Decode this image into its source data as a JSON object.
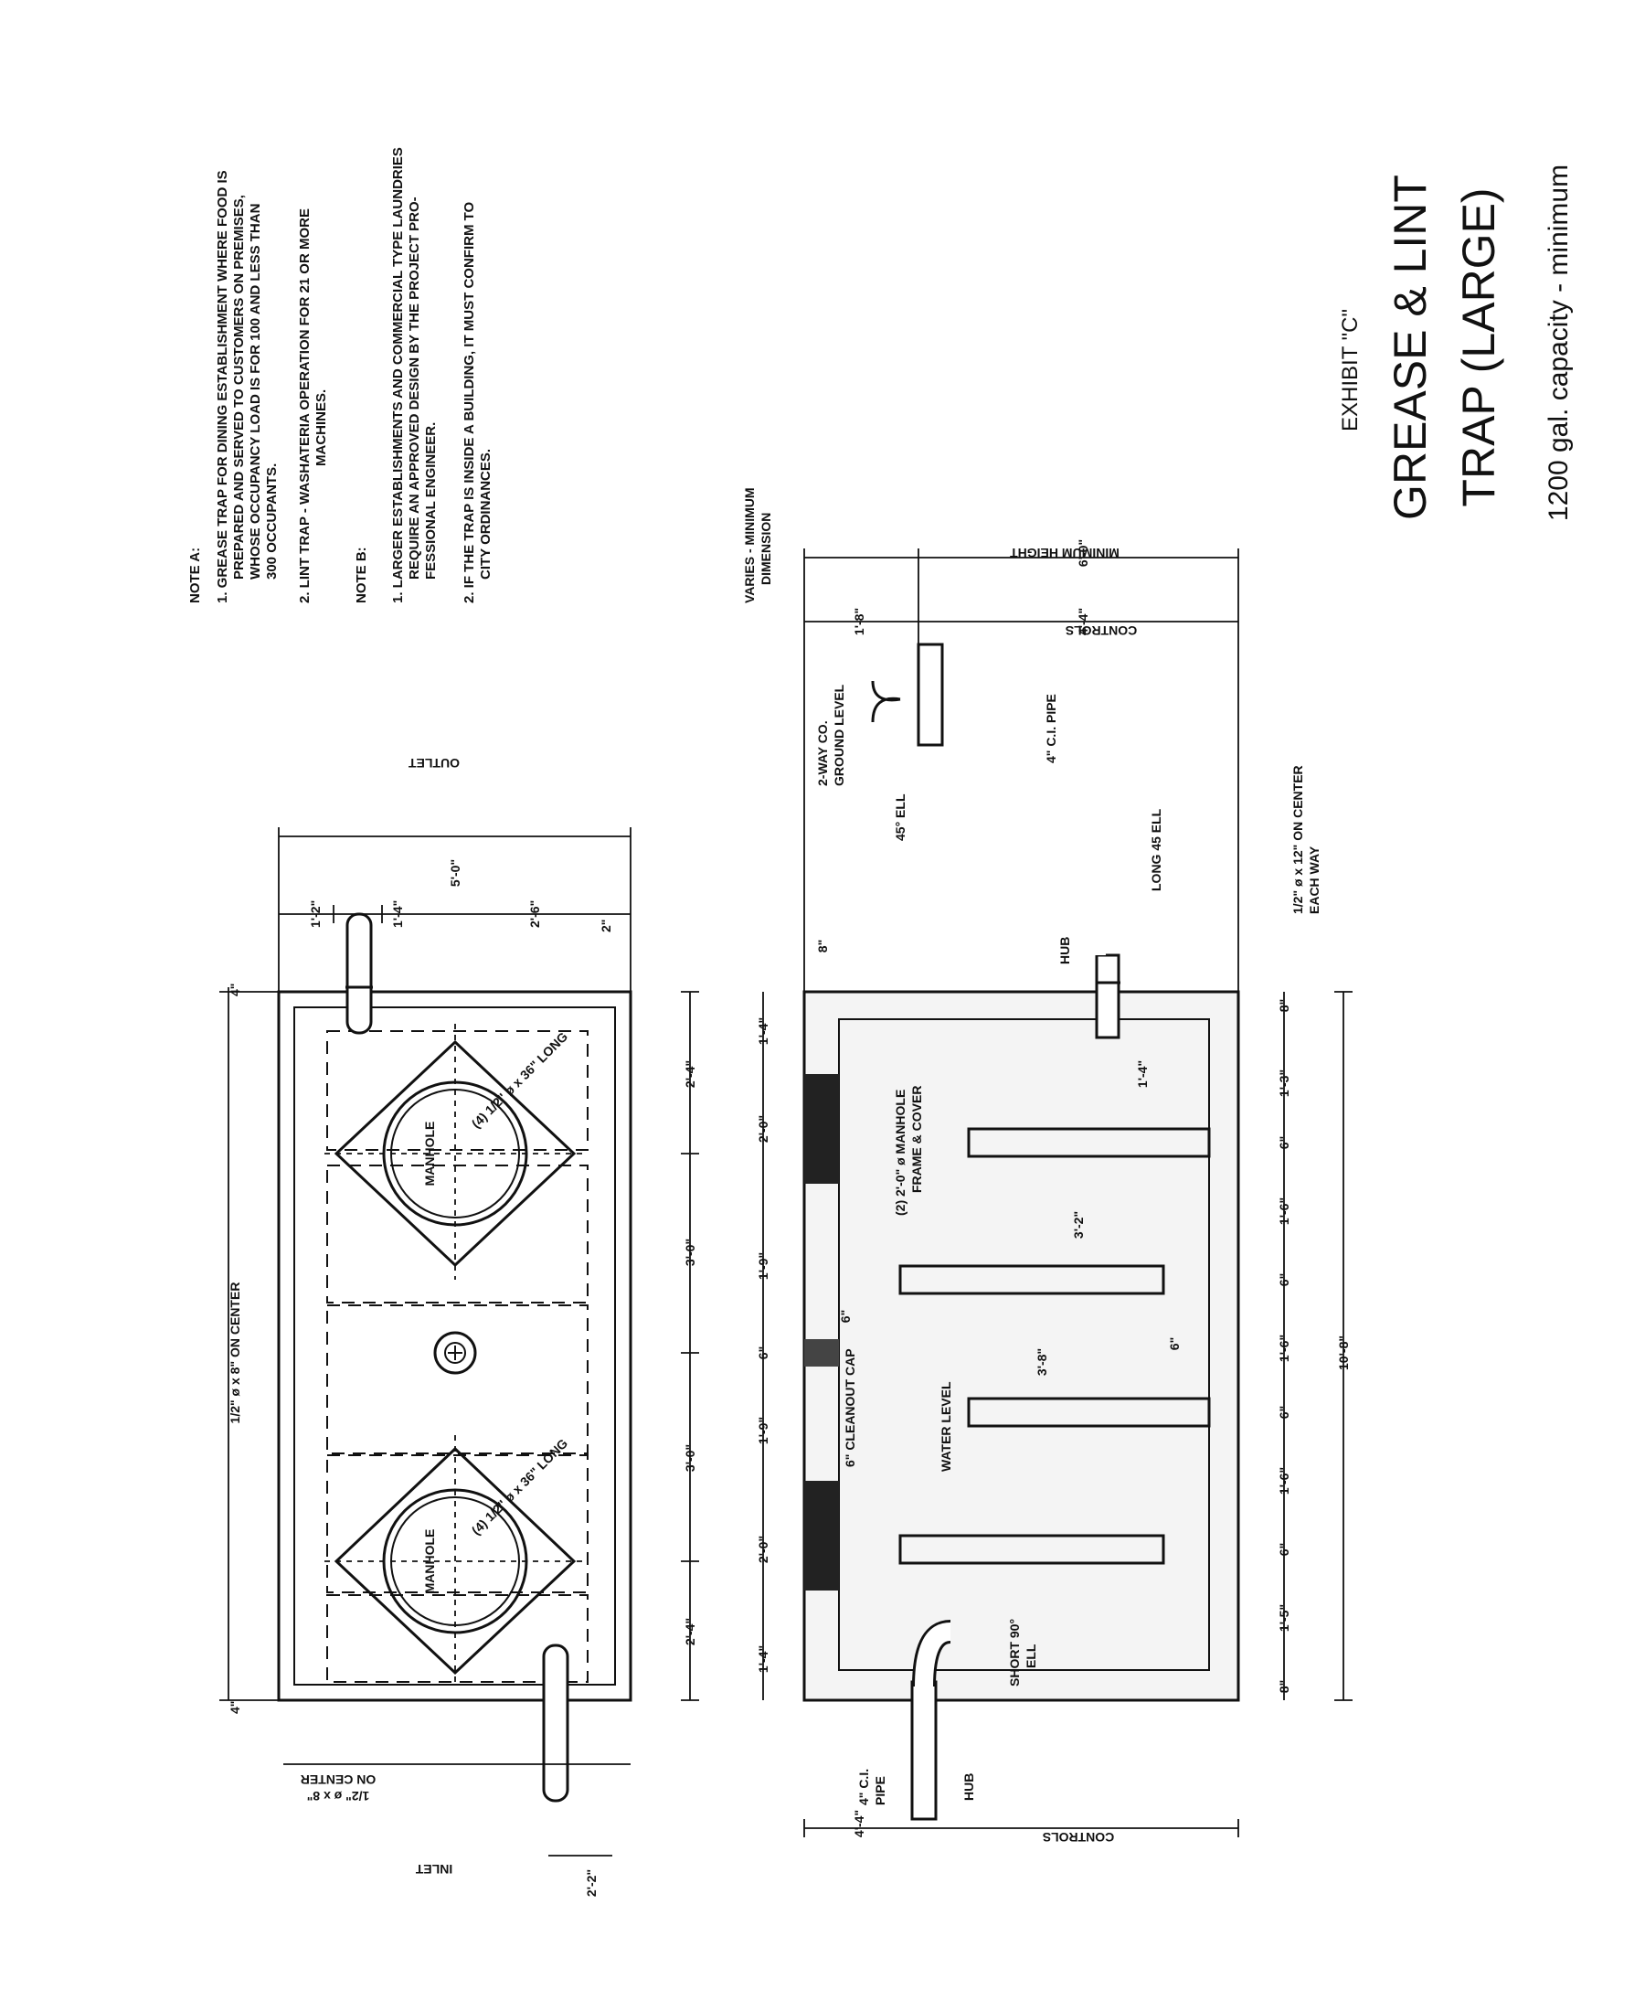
{
  "notes": {
    "note_a_heading": "NOTE A:",
    "note_a_1": [
      "1.  GREASE TRAP FOR DINING ESTABLISHMENT WHERE FOOD IS",
      "PREPARED AND SERVED TO CUSTOMERS ON PREMISES,",
      "WHOSE OCCUPANCY LOAD IS FOR 100 AND LESS THAN",
      "300 OCCUPANTS."
    ],
    "note_a_2": [
      "2.  LINT TRAP - WASHATERIA OPERATION FOR 21 OR MORE",
      "MACHINES."
    ],
    "note_b_heading": "NOTE B:",
    "note_b_1": [
      "1.  LARGER ESTABLISHMENTS AND COMMERCIAL TYPE LAUNDRIES",
      "REQUIRE AN APPROVED DESIGN BY THE PROJECT PRO-",
      "FESSIONAL ENGINEER."
    ],
    "note_b_2": [
      "2.  IF THE TRAP IS INSIDE A BUILDING, IT MUST CONFIRM TO",
      "CITY ORDINANCES."
    ]
  },
  "title": {
    "exhibit": "EXHIBIT \"C\"",
    "line1": "GREASE & LINT",
    "line2": "TRAP (LARGE)",
    "capacity": "1200 gal. capacity - minimum"
  },
  "plan_view": {
    "outlet": "OUTLET",
    "inlet": "INLET",
    "manhole": "MANHOLE",
    "rebar_top": "1/2\" ø x 8\" ON CENTER",
    "rebar_bottom_1": "1/2\" ø x 8\"",
    "rebar_bottom_2": "ON CENTER",
    "rebar_long": "(4) 1/2\" ø x 36\" LONG",
    "widths": [
      "1'-2\"",
      "1'-4\"",
      "2'-6\""
    ],
    "overall_width": "5'-0\"",
    "wall": "4\"",
    "wall_right": "2\"",
    "inlet_offset": "2'-2\"",
    "lengths": [
      "2'-4\"",
      "3'-0\"",
      "3'-0\"",
      "2'-4\""
    ]
  },
  "section_view": {
    "varies": [
      "VARIES - MINIMUM",
      "DIMENSION"
    ],
    "two_way_co": [
      "2-WAY CO.",
      "GROUND LEVEL"
    ],
    "ell_45": "45° ELL",
    "ci_pipe": "4\" C.I. PIPE",
    "long_45_ell": "LONG 45 ELL",
    "hub": "HUB",
    "rebar_each": [
      "1/2\" ø x 12\" ON CENTER",
      "EACH WAY"
    ],
    "manhole_cover": [
      "(2) 2'-0\" ø MANHOLE",
      "FRAME & COVER"
    ],
    "cleanout_cap": "6\" CLEANOUT CAP",
    "water_level": "WATER LEVEL",
    "short_ell": [
      "SHORT 90°",
      "ELL"
    ],
    "ci_pipe_inlet": [
      "4\" C.I.",
      "PIPE"
    ],
    "hub_inlet": "HUB",
    "controls": "CONTROLS",
    "minimum_height": "MINIMUM HEIGHT",
    "height_total": "6'-0\"",
    "height_upper": "1'-8\"",
    "height_lower": "4'-4\"",
    "left_ctrl": "4'-4\"",
    "top_gap": "8\"",
    "top_dims": [
      "1'-4\"",
      "2'-0\"",
      "1'-9\"",
      "6\"",
      "1'-9\"",
      "2'-0\"",
      "1'-4\""
    ],
    "bottom_dims": [
      "8\"",
      "1'-3\"",
      "6\"",
      "1'-6\"",
      "6\"",
      "1'-6\"",
      "6\"",
      "1'-6\"",
      "6\"",
      "1'-5\"",
      "8\""
    ],
    "overall_length": "10'-8\"",
    "outlet_drop": "1'-4\"",
    "baffle_1": "3'-2\"",
    "baffle_2": "3'-8\"",
    "six_a": "6\"",
    "six_b": "6\""
  }
}
